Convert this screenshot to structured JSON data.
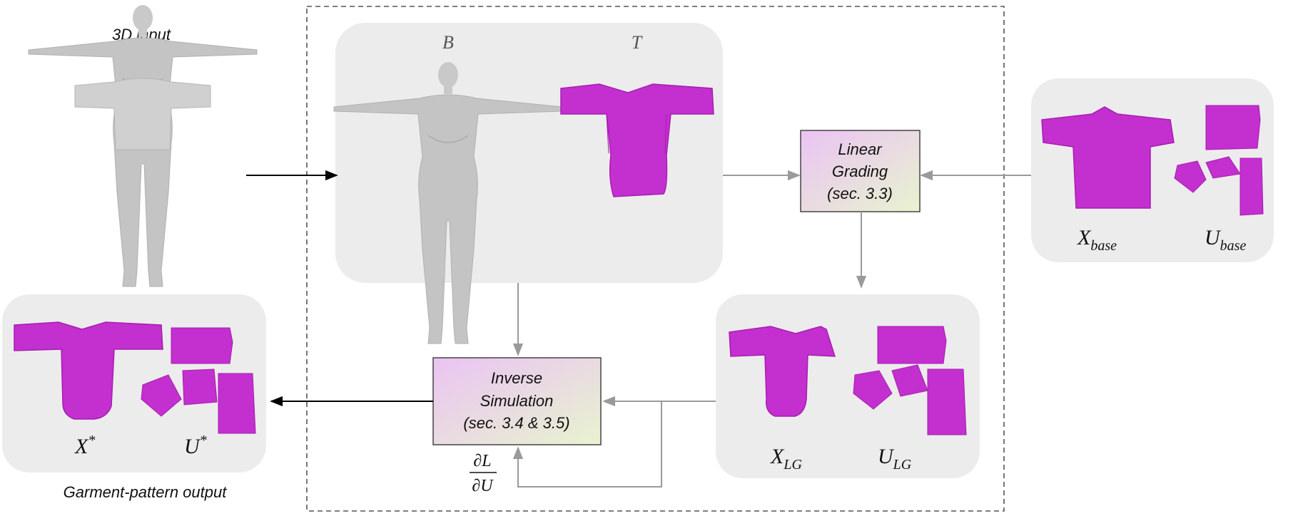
{
  "labels": {
    "input": "3D input",
    "output": "Garment-pattern output",
    "body": "B",
    "target": "T"
  },
  "boxes": {
    "grading": {
      "line1": "Linear",
      "line2": "Grading",
      "line3": "(sec. 3.3)"
    },
    "inverse": {
      "line1": "Inverse",
      "line2": "Simulation",
      "line3": "(sec. 3.4 & 3.5)"
    }
  },
  "math": {
    "x_base": "X",
    "x_base_sub": "base",
    "u_base": "U",
    "u_base_sub": "base",
    "x_lg": "X",
    "x_lg_sub": "LG",
    "u_lg": "U",
    "u_lg_sub": "LG",
    "x_star": "X",
    "x_star_sup": "*",
    "u_star": "U",
    "u_star_sup": "*",
    "grad_num": "∂L",
    "grad_den": "∂U"
  },
  "colors": {
    "garment": "#c42fcf",
    "garment_dark": "#a51fb0",
    "body": "#c8c8c8",
    "panel": "#ececec",
    "box_fill_start": "#e9c6f2",
    "box_fill_end": "#e6f2cf"
  }
}
